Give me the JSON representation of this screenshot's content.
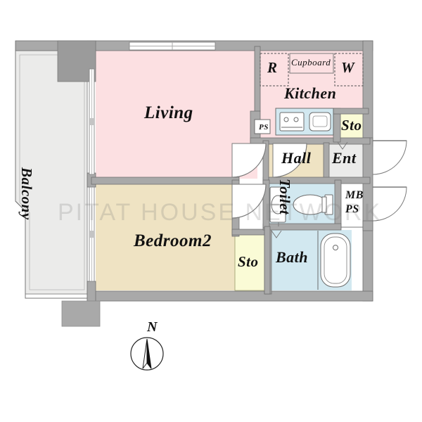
{
  "plan": {
    "watermark": "PITAT HOUSE NETWORK",
    "compass_label": "N",
    "colors": {
      "living_fill": "#FCE0E2",
      "bedroom_fill": "#EFE3C3",
      "wet_fill": "#D2E8F0",
      "storage_fill": "#FAFBD6",
      "hall_fill": "#EFE3C3",
      "balcony_fill": "#EBEBEA",
      "wall": "#A9A9A9",
      "outline": "#555555"
    },
    "rooms": [
      {
        "id": "living",
        "label": "Living",
        "fill": "#FCE0E2"
      },
      {
        "id": "balcony",
        "label": "Balcony",
        "fill": "#EBEBEA"
      },
      {
        "id": "bedroom2",
        "label": "Bedroom2",
        "fill": "#EFE3C3"
      },
      {
        "id": "kitchen",
        "label": "Kitchen",
        "fill": "#FCE0E2"
      },
      {
        "id": "hall",
        "label": "Hall",
        "fill": "#EFE3C3"
      },
      {
        "id": "ent",
        "label": "Ent",
        "fill": "#EBEBEA"
      },
      {
        "id": "toilet",
        "label": "Toilet",
        "fill": "#D2E8F0"
      },
      {
        "id": "bath",
        "label": "Bath",
        "fill": "#D2E8F0"
      },
      {
        "id": "sto_kitchen",
        "label": "Sto",
        "fill": "#FAFBD6"
      },
      {
        "id": "sto_bedroom",
        "label": "Sto",
        "fill": "#FAFBD6"
      }
    ],
    "fixtures": [
      {
        "id": "refrigerator",
        "label": "R"
      },
      {
        "id": "washer",
        "label": "W"
      },
      {
        "id": "cupboard",
        "label": "Cupboard"
      },
      {
        "id": "pipe_shaft",
        "label": "PS"
      },
      {
        "id": "meter_box_line1",
        "label": "MB"
      },
      {
        "id": "meter_box_line2",
        "label": "PS"
      }
    ]
  }
}
